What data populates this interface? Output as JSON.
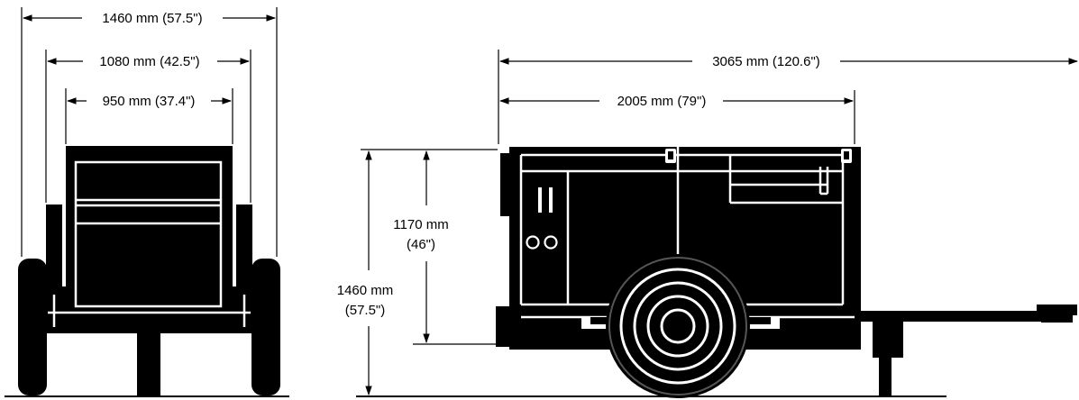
{
  "dimensions": {
    "front_overall_width": "1460 mm (57.5\")",
    "front_fender_width": "1080 mm (42.5\")",
    "front_body_width": "950 mm (37.4\")",
    "side_overall_length": "3065 mm (120.6\")",
    "side_body_length": "2005 mm (79\")",
    "side_body_height_line1": "1170 mm",
    "side_body_height_line2": "(46\")",
    "side_overall_height_line1": "1460 mm",
    "side_overall_height_line2": "(57.5\")"
  },
  "colors": {
    "ink": "#000000",
    "paper": "#ffffff",
    "tire_rim": "#555555"
  }
}
